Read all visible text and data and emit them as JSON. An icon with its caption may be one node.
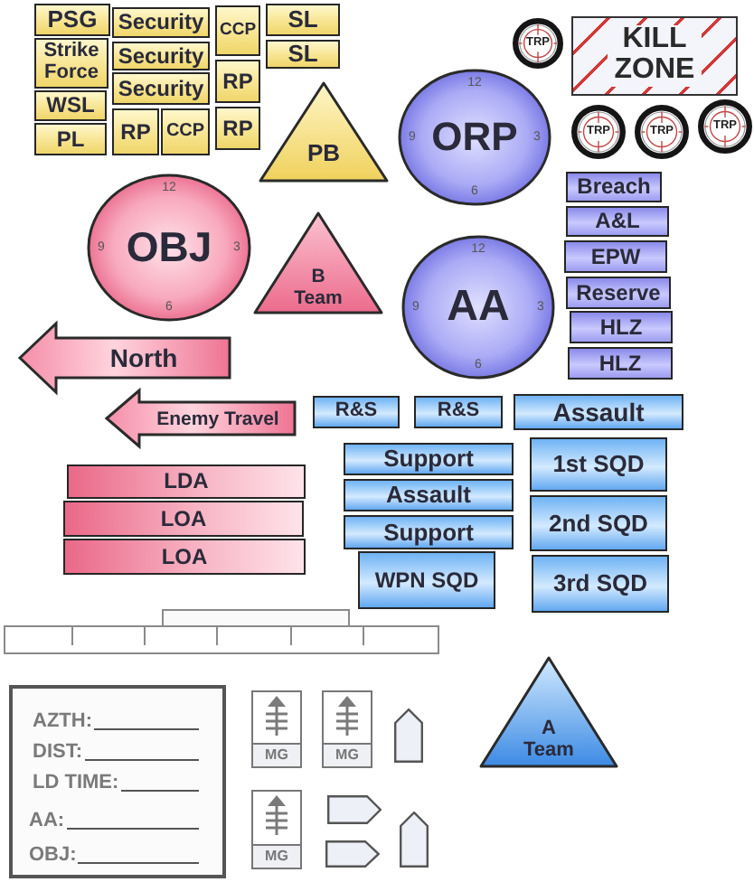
{
  "diagram": {
    "nodes": [
      {
        "text": [
          "PSG"
        ]
      },
      {
        "text": [
          "Security"
        ]
      },
      {
        "text": [
          "CCP"
        ]
      },
      {
        "text": [
          "SL"
        ]
      },
      {
        "text": [
          "TRP"
        ]
      },
      {
        "text": [
          "KILL ZONE"
        ]
      },
      {
        "text": [
          "Strike Force"
        ]
      },
      {
        "text": [
          "Security"
        ]
      },
      {
        "text": [
          "SL"
        ]
      },
      {
        "text": [
          "RP"
        ]
      },
      {
        "text": [
          "12",
          "9",
          "ORP",
          "3",
          "6"
        ]
      },
      {
        "text": [
          "Security"
        ]
      },
      {
        "text": [
          "PB"
        ]
      },
      {
        "text": [
          "WSL"
        ]
      },
      {
        "text": [
          "TRP"
        ]
      },
      {
        "text": [
          "TRP"
        ]
      },
      {
        "text": [
          "TRP"
        ]
      },
      {
        "text": [
          "RP"
        ]
      },
      {
        "text": [
          "CCP"
        ]
      },
      {
        "text": [
          "RP"
        ]
      },
      {
        "text": [
          "PL"
        ]
      },
      {
        "text": [
          "Breach"
        ]
      },
      {
        "text": [
          "12",
          "9",
          "OBJ",
          "3",
          "6"
        ]
      },
      {
        "text": [
          "A&L"
        ]
      },
      {
        "text": [
          "B Team"
        ]
      },
      {
        "text": [
          "12",
          "9",
          "AA",
          "3",
          "6"
        ]
      },
      {
        "text": [
          "EPW"
        ]
      },
      {
        "text": [
          "Reserve"
        ]
      },
      {
        "text": [
          "HLZ"
        ]
      },
      {
        "text": [
          "North"
        ]
      },
      {
        "text": [
          "HLZ"
        ]
      },
      {
        "text": [
          "Enemy Travel"
        ]
      },
      {
        "text": [
          "R&S"
        ]
      },
      {
        "text": [
          "R&S"
        ]
      },
      {
        "text": [
          "Assault"
        ]
      },
      {
        "text": [
          "1st SQD"
        ]
      },
      {
        "text": [
          "Support"
        ]
      },
      {
        "text": [
          "LDA"
        ]
      },
      {
        "text": [
          "Assault"
        ]
      },
      {
        "text": [
          "2nd SQD"
        ]
      },
      {
        "text": [
          "LOA"
        ]
      },
      {
        "text": [
          "Support"
        ]
      },
      {
        "text": [
          "LOA"
        ]
      },
      {
        "text": [
          "WPN SQD"
        ]
      },
      {
        "text": [
          "3rd SQD"
        ]
      },
      {
        "text": [
          "A Team"
        ]
      },
      {
        "text": [
          "AZTH:",
          "DIST:",
          "LD TIME:",
          "AA:",
          "OBJ:"
        ]
      },
      {
        "text": [
          "MG"
        ]
      },
      {
        "text": [
          "MG"
        ]
      },
      {
        "text": [],
        "shape": "pentagon"
      },
      {
        "text": [
          "MG"
        ]
      },
      {
        "text": [],
        "shape": "pentagon"
      },
      {
        "text": [],
        "shape": "pentagon"
      },
      {
        "text": [],
        "shape": "pentagon"
      }
    ]
  }
}
